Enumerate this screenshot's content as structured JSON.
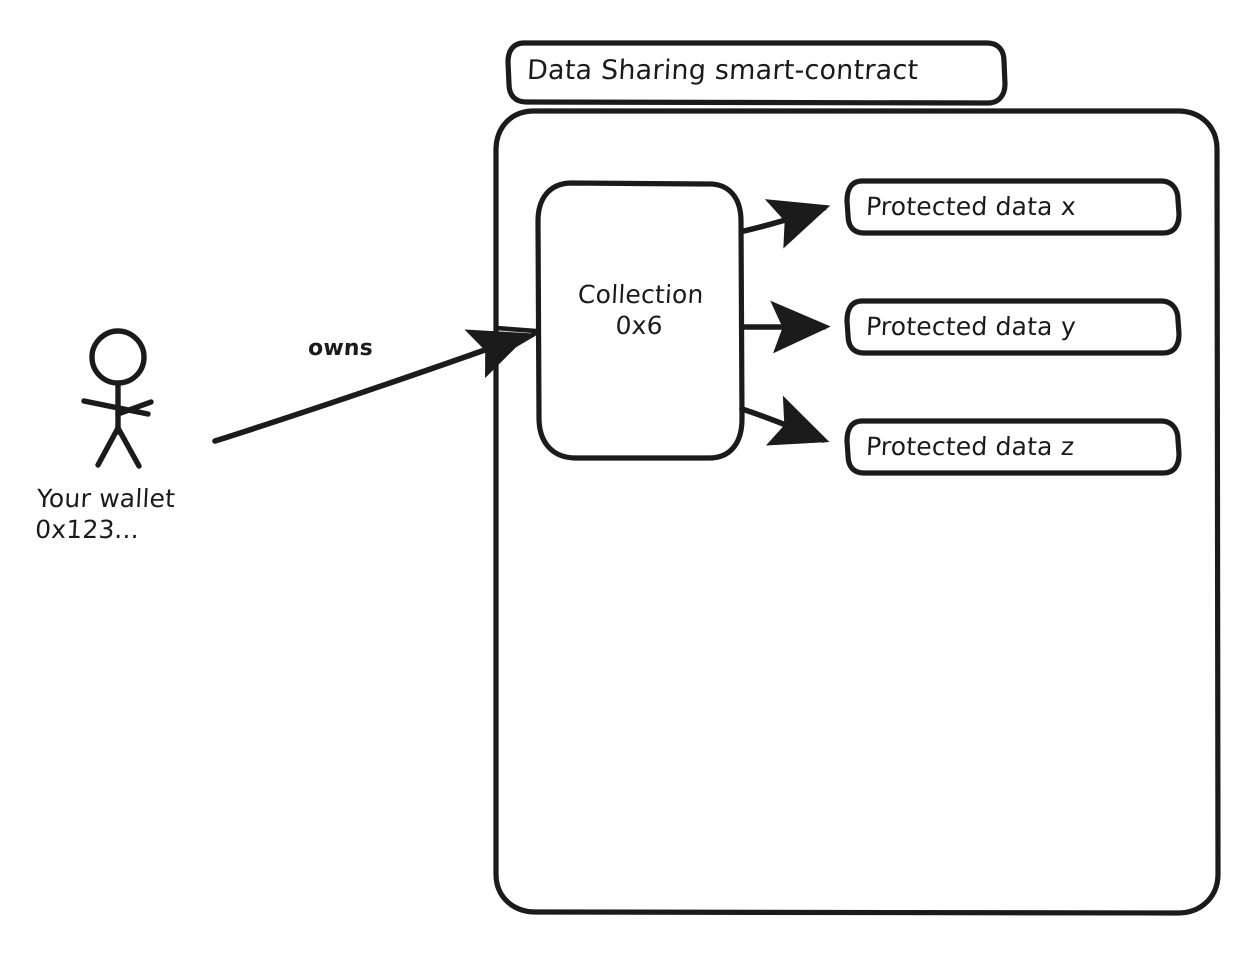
{
  "diagram": {
    "title": "Data Sharing smart-contract",
    "type": "flow-diagram",
    "style": "hand-drawn-sketch",
    "colors": {
      "stroke": "#1b1b1b",
      "fill": "#ffffff",
      "background": "#ffffff"
    },
    "contract": {
      "title_box_label": "Data Sharing smart-contract",
      "collection": {
        "line1": "Collection",
        "line2": "0x6",
        "label": "Collection 0x6"
      },
      "protected_data": [
        {
          "label": "Protected data x"
        },
        {
          "label": "Protected data y"
        },
        {
          "label": "Protected data z"
        }
      ]
    },
    "actor": {
      "icon": "stick-figure-person-icon",
      "line1": "Your wallet",
      "line2": "0x123...",
      "label": "Your wallet 0x123..."
    },
    "edges": [
      {
        "from": "wallet",
        "to": "collection",
        "label": "owns"
      },
      {
        "from": "collection",
        "to": "protected-data-x",
        "label": ""
      },
      {
        "from": "collection",
        "to": "protected-data-y",
        "label": ""
      },
      {
        "from": "collection",
        "to": "protected-data-z",
        "label": ""
      }
    ]
  }
}
